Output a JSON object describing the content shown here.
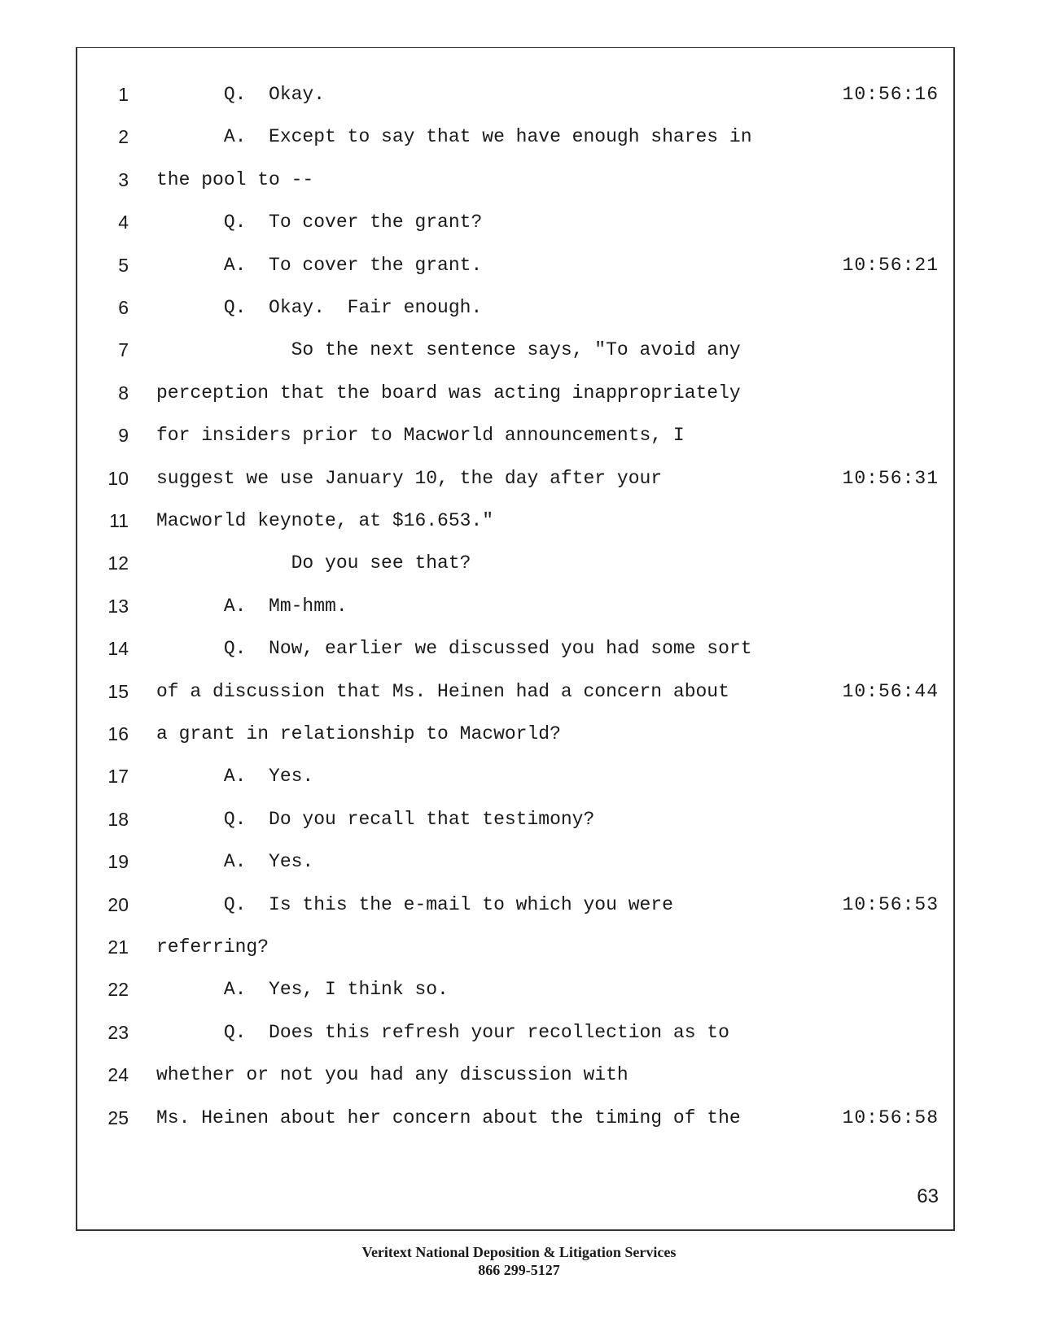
{
  "page_number": "63",
  "footer": {
    "company": "Veritext National Deposition & Litigation Services",
    "phone": "866 299-5127"
  },
  "lines": [
    {
      "num": "1",
      "text": "      Q.  Okay.",
      "time": "10:56:16"
    },
    {
      "num": "2",
      "text": "      A.  Except to say that we have enough shares in",
      "time": ""
    },
    {
      "num": "3",
      "text": "the pool to --",
      "time": ""
    },
    {
      "num": "4",
      "text": "      Q.  To cover the grant?",
      "time": ""
    },
    {
      "num": "5",
      "text": "      A.  To cover the grant.",
      "time": "10:56:21"
    },
    {
      "num": "6",
      "text": "      Q.  Okay.  Fair enough.",
      "time": ""
    },
    {
      "num": "7",
      "text": "            So the next sentence says, \"To avoid any",
      "time": ""
    },
    {
      "num": "8",
      "text": "perception that the board was acting inappropriately",
      "time": ""
    },
    {
      "num": "9",
      "text": "for insiders prior to Macworld announcements, I",
      "time": ""
    },
    {
      "num": "10",
      "text": "suggest we use January 10, the day after your",
      "time": "10:56:31"
    },
    {
      "num": "11",
      "text": "Macworld keynote, at $16.653.\"",
      "time": ""
    },
    {
      "num": "12",
      "text": "            Do you see that?",
      "time": ""
    },
    {
      "num": "13",
      "text": "      A.  Mm-hmm.",
      "time": ""
    },
    {
      "num": "14",
      "text": "      Q.  Now, earlier we discussed you had some sort",
      "time": ""
    },
    {
      "num": "15",
      "text": "of a discussion that Ms. Heinen had a concern about",
      "time": "10:56:44"
    },
    {
      "num": "16",
      "text": "a grant in relationship to Macworld?",
      "time": ""
    },
    {
      "num": "17",
      "text": "      A.  Yes.",
      "time": ""
    },
    {
      "num": "18",
      "text": "      Q.  Do you recall that testimony?",
      "time": ""
    },
    {
      "num": "19",
      "text": "      A.  Yes.",
      "time": ""
    },
    {
      "num": "20",
      "text": "      Q.  Is this the e-mail to which you were",
      "time": "10:56:53"
    },
    {
      "num": "21",
      "text": "referring?",
      "time": ""
    },
    {
      "num": "22",
      "text": "      A.  Yes, I think so.",
      "time": ""
    },
    {
      "num": "23",
      "text": "      Q.  Does this refresh your recollection as to",
      "time": ""
    },
    {
      "num": "24",
      "text": "whether or not you had any discussion with",
      "time": ""
    },
    {
      "num": "25",
      "text": "Ms. Heinen about her concern about the timing of the",
      "time": "10:56:58"
    }
  ]
}
